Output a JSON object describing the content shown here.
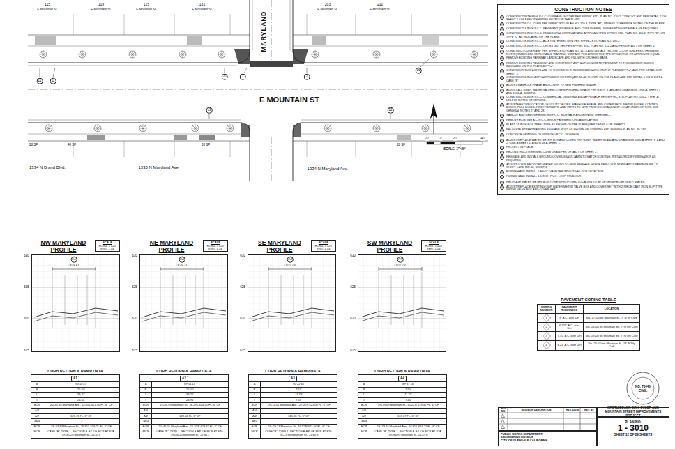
{
  "diagram": {
    "nodes": [
      {
        "text": [
          "CONSTRUCTION NOTES"
        ]
      },
      {
        "text": [
          "1",
          "CONSTRUCT INTEGRAL P.C.C. CURB AND GUTTER PER SPPWC STD. PLAN NO. 120-2, TYPE \"A2\" AND PER DETAIL 2 ON SHEET 2, UNLESS OTHERWISE NOTED ON THE PLANS."
        ],
        "in": 0
      },
      {
        "text": [
          "2",
          "CONSTRUCT P.C.C. CURB PER SPPWC STD. PLAN NO. 120-3, TYPE \"A1\", UNLESS OTHERWISE NOTED ON THE PLANS."
        ],
        "in": 0
      },
      {
        "text": [
          "3",
          "CONSTRUCT 4-INCH P.C.C. PAVEMENT (SIDEWALK AND CURB RAMPS). JOIN EXISTING SIDEWALK AS REQUIRED."
        ],
        "in": 0
      },
      {
        "text": [
          "4",
          "CONSTRUCT 6-INCH P.C.C. RESIDENTIAL DRIVEWAY AND APPROACH PER SPPWC STD. PLAN NO. 110-2, TYPE \"B\", OR TYPE \"C\" AS INDICATED ON THE PLANS."
        ],
        "in": 0
      },
      {
        "text": [
          "5",
          "CONSTRUCT 8-INCH P.C.C. ALLEY INTERSECTION PER SPPWC STD. PLAN NO. 130-2."
        ],
        "in": 0
      },
      {
        "text": [
          "6",
          "CONSTRUCT 8-INCH P.C.C. CROSS GUTTER PER SPPWC STD. PLAN NO. 122-2 AND PER DETAIL 1 ON SHEET 2."
        ],
        "in": 0
      },
      {
        "text": [
          "7",
          "CONSTRUCT CURB RAMP PER SPPWC STD. PLAN NO. 111-5 AND INSTALL YELLOW COLOR (UNLESS OTHERWISE NOTED) EMBEDDED DETECTABLE WARNING SURFACE PER ARMOR TILE SPECIFICATIONS OR APPROVED EQUAL."
        ],
        "in": 0
      },
      {
        "text": [
          "8",
          "REMOVE EXISTING PARKWAY LANDSCAPE AND FILL WITH CRUSHED BASE."
        ],
        "in": 0
      },
      {
        "text": [
          "9",
          "REMOVE EXISTING PAVEMENT AND CONSTRUCT ASPHALT CONCRETE PAVEMENT TO THICKNESS IN INCHES INDICATED ON THE PLANS BY \"T=\"."
        ],
        "in": 0
      },
      {
        "text": [
          "10",
          "CONSTRUCT SURFACE PLANE TO THICKNESS IN INCHES INDICATED ON THE PLANS BY \"T=\", AND PER DETAIL 3 ON SHEET 2."
        ],
        "in": 0
      },
      {
        "text": [
          "11",
          "CONSTRUCT 2-INCH ASPHALT RUBBER HOT MIX (ARHM) AS SHOWN ON THE PLANS AND PER DETAIL 5 ON SHEET 2, CASE \"B\"."
        ],
        "in": 0
      },
      {
        "text": [
          "12",
          "ADJUST MANHOLE FRAME AND COVER TO NEW FINISHED GRADE."
        ],
        "in": 0
      },
      {
        "text": [
          "13",
          "ADJUST ALL G.W.P. WATER VALVES TO NEW FINISHED GRADE PER G.W.P. STANDARD DRAWINGS 1968-A, SHEET 1 AND 1968-A, SHEET 2."
        ],
        "in": 0
      },
      {
        "text": [
          "14",
          "CONSTRUCT 6-INCH P.C.C. COMMERCIAL DRIVEWAY AND APPROACH PER SPPWC STD. PLAN NO. 110-2, TYPE \"A\" UNLESS NOTED OTHERWISE."
        ],
        "in": 0
      },
      {
        "text": [
          "15",
          "ADJUSTMENT/RELOCATION OF UTILITY VALVES, MANHOLE FRAME AND COVER SETS, METER BOXES, CONTROL BOXES, PULL BOXES, FIRE HYDRANTS, AND VENTS TO NEW FINISHED GRADE/NEW LOCATION BY OTHERS. SEE GENERAL NOTES 27 AND 28."
        ],
        "in": 0
      },
      {
        "text": [
          "16",
          "SAWCUT AND REMOVE EXISTING P.C.C. SIDEWALK AND EXPAND TREE WELL."
        ],
        "in": 0
      },
      {
        "text": [
          "17",
          "REMOVE EXISTING A.C./P.C.C./BRICK PAVEMENT OR LANDSCAPING."
        ],
        "in": 0
      },
      {
        "text": [
          "18",
          "PLANT 24-INCH BOX TREE (TYPE AS SHOWN ON THE PLANS) PER DETAIL 6 ON SHEET 2."
        ],
        "in": 0
      },
      {
        "text": [
          "19",
          "RELOCATE STREET/PARKING SIGN AND POST AS SHOWN ON STRIPING AND SIGNING PLAN NO. 49-247."
        ],
        "in": 0
      },
      {
        "text": [
          "20",
          "CONCRETE GRINDING OF UPLIFTED P.C.C. SIDEWALK."
        ],
        "in": 0
      },
      {
        "text": [
          "21",
          "ADJUST/REPLACE WATER METER BOX AND COVER PER G.W.P. WATER STANDARD DRAWINGS 1660-A SHEETS 1 AND 2, 6538-A SHEET 1, AND 6728-A SHEET 1."
        ],
        "in": 0
      },
      {
        "text": [
          "22",
          "PROTECT IN PLACE."
        ],
        "in": 0
      },
      {
        "text": [
          "23",
          "RECONSTRUCT/REMODEL CURB DRAIN PER DETAIL 7 ON SHEET 2."
        ],
        "in": 0
      },
      {
        "text": [
          "24",
          "REGRADE AND INSTALL GROUND COVER/GRASS LAWN TO MATCH EXISTING. INSTALL/MODIFY IRRIGATION AS REQUIRED."
        ],
        "in": 0
      },
      {
        "text": [
          "25",
          "ADJUST G.W.P. RECYCLED WATER VALVES TO NEW FINISHED GRADE PER G.W.P. STANDARD DRAWINGS RW-17, SHEET 1 AND RW-18, SHEET 1."
        ],
        "in": 0
      },
      {
        "text": [
          "26",
          "FURNISH AND INSTALL 6-FOOT DIAMETER INDUCTIVE LOOP DETECTOR."
        ],
        "in": 0
      },
      {
        "text": [
          "27",
          "FURNISH AND INSTALL 1.5-INCH P.V.C. LOOP STUB-OUT."
        ],
        "in": 0
      },
      {
        "text": [
          "28",
          "RELOCATE WATER METER BOX TO NEW PROPOSED LOCATION TO BE DETERMINED BY G.W.P. WATER."
        ],
        "in": 0
      },
      {
        "text": [
          "29",
          "ADJUST/REPLACE EXISTING GWP WATER METER VALVE BOX AND COVER SET WITH 2-PIECE CAST IRON SLIP TYPE WATER VALVE BOX AND COVER SET."
        ],
        "in": 0
      },
      {
        "text": [
          "NW MARYLAND PROFILE"
        ]
      },
      {
        "text": [
          "SCALE",
          "HORIZ. 1\"=20'",
          "VERT. 1\"=4'"
        ]
      },
      {
        "text": [
          "NE MARYLAND PROFILE"
        ]
      },
      {
        "text": [
          "SCALE",
          "HORIZ. 1\"=20'",
          "VERT. 1\"=4'"
        ]
      },
      {
        "text": [
          "SE MARYLAND PROFILE"
        ]
      },
      {
        "text": [
          "SCALE",
          "HORIZ. 1\"=20'",
          "VERT. 1\"=4'"
        ]
      },
      {
        "text": [
          "SW MARYLAND PROFILE"
        ]
      },
      {
        "text": [
          "SCALE",
          "HORIZ. 1\"=20'",
          "VERT. 1\"=4'"
        ]
      },
      {
        "text": [
          "PAVEMENT CORING TABLE"
        ]
      },
      {
        "text": [
          "CORING NUMBER"
        ],
        "in": 38
      },
      {
        "text": [
          "PAVEMENT THICKNESS"
        ],
        "in": 38
      },
      {
        "text": [
          "LOCATION"
        ],
        "in": 38
      },
      {
        "text": [
          "1"
        ],
        "in": 38
      },
      {
        "text": [
          "9\" A.C. over Dirt"
        ],
        "in": 38
      },
      {
        "text": [
          "Sta. 17+00 on Mountain St., 7' S/'rly Curb"
        ],
        "in": 38
      },
      {
        "text": [
          "2"
        ],
        "in": 38
      },
      {
        "text": [
          "6.125\" A.C. over Dirt"
        ],
        "in": 38
      },
      {
        "text": [
          "Sta. 18+50 on Mountain St., 7' N/'Ely Curb"
        ],
        "in": 38
      },
      {
        "text": [
          "3"
        ],
        "in": 38
      },
      {
        "text": [
          "7.75\" A.C. over Dirt"
        ],
        "in": 38
      },
      {
        "text": [
          "Sta. 19+00 on Mountain St., 7' N/'Ely Curb"
        ],
        "in": 38
      },
      {
        "text": [
          "4"
        ],
        "in": 38
      },
      {
        "text": [
          "6.25\" A.C. over Dirt"
        ],
        "in": 38
      },
      {
        "text": [
          "Sta. 20+00 on Mountain St., 14' N/'Ely Curb"
        ],
        "in": 38
      },
      {
        "text": [
          "CURB RETURN & RAMP DATA"
        ]
      },
      {
        "text": [
          "A1"
        ],
        "in": 54
      },
      {
        "text": [
          "Δ",
          "90°18'47\""
        ],
        "in": 54
      },
      {
        "text": [
          "R",
          "25.00'"
        ],
        "in": 54
      },
      {
        "text": [
          "L",
          "39.41'"
        ],
        "in": 54
      },
      {
        "text": [
          "T",
          "25.14'"
        ],
        "in": 54
      },
      {
        "text": [
          "BCR",
          "20+45.39 Maryland Ave., 15.05'L 621.90 FL, 6\" CF"
        ],
        "in": 54
      },
      {
        "text": [
          "Δ/4",
          "-"
        ],
        "in": 54
      },
      {
        "text": [
          "Δ/2",
          "623.73 FL, 6\" CF"
        ],
        "in": 54
      },
      {
        "text": [
          "3Δ/4",
          "-"
        ],
        "in": 54
      },
      {
        "text": [
          "ECR",
          "19+63.93 Mountain St., 26.15'L 619.21 FL, 6\" CF"
        ],
        "in": 54
      },
      {
        "text": [
          "MCR",
          "CASE \"A\", TYPE 1, SECTION A-A ℄ OF MCR AT STA. 19+81.20 Mountain St., 21.65'L"
        ],
        "in": 54
      },
      {
        "text": [
          "CURB RETURN & RAMP DATA"
        ]
      },
      {
        "text": [
          "A2"
        ],
        "in": 66
      },
      {
        "text": [
          "Δ",
          "89°51'13\""
        ],
        "in": 66
      },
      {
        "text": [
          "R",
          "25.00'"
        ],
        "in": 66
      },
      {
        "text": [
          "L",
          "39.21'"
        ],
        "in": 66
      },
      {
        "text": [
          "T",
          "24.96'"
        ],
        "in": 66
      },
      {
        "text": [
          "BCR",
          "19+94.09 Mountain St., 26.29'L 624.35 FL, 6\" CF"
        ],
        "in": 66
      },
      {
        "text": [
          "Δ/4",
          "-"
        ],
        "in": 66
      },
      {
        "text": [
          "Δ/2",
          "623.52 FL, 6\" CF"
        ],
        "in": 66
      },
      {
        "text": [
          "3Δ/4",
          "-"
        ],
        "in": 66
      },
      {
        "text": [
          "ECR",
          "20+45.05 Maryland Ave., 15.20'R 623.37 FL, 6\" CF"
        ],
        "in": 66
      },
      {
        "text": [
          "MCR",
          "CASE \"B\", TYPE 1, SECTION A-A ℄ OF MCR AT STA. 19+84.10 Mountain St., 27.86'L"
        ],
        "in": 66
      },
      {
        "text": [
          "CURB RETURN & RAMP DATA"
        ]
      },
      {
        "text": [
          "A3"
        ],
        "in": 78
      },
      {
        "text": [
          "Δ",
          "90°22'46\""
        ],
        "in": 78
      },
      {
        "text": [
          "R",
          "7.50'"
        ],
        "in": 78
      },
      {
        "text": [
          "L",
          "11.79'"
        ],
        "in": 78
      },
      {
        "text": [
          "T",
          "7.55'"
        ],
        "in": 78
      },
      {
        "text": [
          "BCR",
          "19+72.54 Maryland Ave., 27.06'R 621.00 FL, 6\" CF"
        ],
        "in": 78
      },
      {
        "text": [
          "Δ/4",
          "-"
        ],
        "in": 78
      },
      {
        "text": [
          "Δ/2",
          "621.36 FL, 6\" CF"
        ],
        "in": 78
      },
      {
        "text": [
          "3Δ/4",
          "-"
        ],
        "in": 78
      },
      {
        "text": [
          "ECR",
          "19+29.13 Mountain St., 16.92'R 621.00 FL, 6\" CF"
        ],
        "in": 78
      },
      {
        "text": [
          "MCR",
          "CASE \"B\", TYPE 1, SECTION A-A ℄ OF MCR AT STA. 19+23.66 Mountain St., 21.60'R"
        ],
        "in": 78
      },
      {
        "text": [
          "CURB RETURN & RAMP DATA"
        ]
      },
      {
        "text": [
          "A4"
        ],
        "in": 90
      },
      {
        "text": [
          "Δ",
          "89°37'14\""
        ],
        "in": 90
      },
      {
        "text": [
          "R",
          "7.50'"
        ],
        "in": 90
      },
      {
        "text": [
          "L",
          "11.73'"
        ],
        "in": 90
      },
      {
        "text": [
          "T",
          "7.45'"
        ],
        "in": 90
      },
      {
        "text": [
          "BCR",
          "19+79.09 Mountain St., 15.24'R 619.31 FL, 6\" CF"
        ],
        "in": 90
      },
      {
        "text": [
          "Δ/4",
          "-"
        ],
        "in": 90
      },
      {
        "text": [
          "Δ/2",
          "619.67 FL, 6\" CF"
        ],
        "in": 90
      },
      {
        "text": [
          "3Δ/4",
          "-"
        ],
        "in": 90
      },
      {
        "text": [
          "ECR",
          "19+73.74 Maryland Ave., 16.91'L 619.21 FL, 6\" CF"
        ],
        "in": 90
      },
      {
        "text": [
          "MCR",
          "CASE \"B\", TYPE 1, SECTION A-A ℄ OF MCR AT STA. 19+84.93 Mountain St., 21.47'R"
        ],
        "in": 90
      },
      {
        "text": [
          "NORTH BRAND BOULEVARD AND MOUNTAIN STREET IMPROVEMENTS PROJECT"
        ]
      },
      {
        "text": [
          "NO. 78446",
          "CIVIL"
        ]
      },
      {
        "text": [
          "REV. NO.",
          "REVISION DESCRIPTION",
          "REV. DATE",
          "REV. BY"
        ]
      },
      {
        "text": [
          "PUBLIC WORKS DEPARTMENT ENGINEERING DIVISION",
          "CITY OF GLENDALE CALIFORNIA"
        ]
      },
      {
        "text": [
          "PLAN NO.",
          "1 - 3010",
          "SHEET 12 OF 29 SHEETS"
        ]
      }
    ],
    "labels": [
      "115",
      "E Mountain St.",
      "119",
      "E Mountain St.",
      "125",
      "E Mountain St.",
      "131",
      "E Mountain St.",
      "203",
      "E Mountain St.",
      "211",
      "E Mountain St.",
      "MARYLAND",
      "E MOUNTAIN ST",
      "1334 N Brand Blvd.",
      "1335 N Maryland Ave.",
      "1334 N Maryland Ave.",
      "28 SF",
      "40 SF",
      "28 SF",
      "28 SF",
      "12",
      "11",
      "13",
      "20",
      "7",
      "2",
      "12",
      "16",
      "20",
      "0",
      "20",
      "40",
      "SCALE: 1\"=20'",
      "630",
      "625",
      "620",
      "615",
      "A1",
      "L=39.41'",
      "630",
      "625",
      "620",
      "615",
      "A2",
      "L=39.21'",
      "630",
      "625",
      "620",
      "615",
      "A3",
      "L=11.79'",
      "630",
      "625",
      "620",
      "615",
      "A4",
      "L=11.73'"
    ]
  }
}
